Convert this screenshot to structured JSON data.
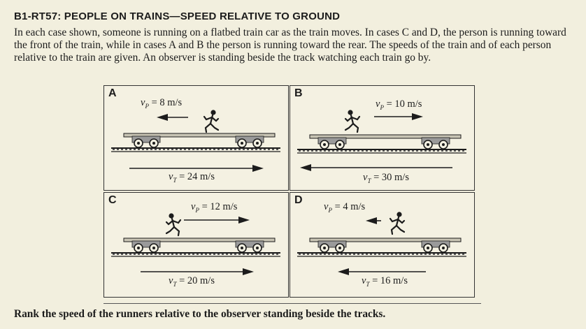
{
  "header": {
    "title": "B1-RT57: PEOPLE ON TRAINS—SPEED RELATIVE TO GROUND",
    "intro": "In each case shown, someone is running on a flatbed train car as the train moves. In cases C and D, the person is running toward the front of the train, while in cases A and B the person is running toward the rear. The speeds of the train and of each person relative to the train are given. An observer is standing beside the track watching each train go by."
  },
  "panels": {
    "A": {
      "label": "A",
      "vp_symbol": "v",
      "vp_sub": "P",
      "vp_text": " = 8 m/s",
      "vt_symbol": "v",
      "vt_sub": "T",
      "vt_text": " = 24 m/s",
      "person_direction": "left",
      "train_direction": "right"
    },
    "B": {
      "label": "B",
      "vp_symbol": "v",
      "vp_sub": "P",
      "vp_text": " = 10 m/s",
      "vt_symbol": "v",
      "vt_sub": "T",
      "vt_text": " = 30 m/s",
      "person_direction": "right",
      "train_direction": "left"
    },
    "C": {
      "label": "C",
      "vp_symbol": "v",
      "vp_sub": "P",
      "vp_text": " = 12 m/s",
      "vt_symbol": "v",
      "vt_sub": "T",
      "vt_text": " = 20 m/s",
      "person_direction": "right",
      "train_direction": "right"
    },
    "D": {
      "label": "D",
      "vp_symbol": "v",
      "vp_sub": "P",
      "vp_text": " = 4 m/s",
      "vt_symbol": "v",
      "vt_sub": "T",
      "vt_text": " = 16 m/s",
      "person_direction": "left",
      "train_direction": "left"
    }
  },
  "footer": {
    "question": "Rank the speed of the runners relative to the observer standing beside the tracks."
  },
  "colors": {
    "ink": "#1c1c1c",
    "paper": "#f2efde"
  },
  "icons": [
    "runner-icon",
    "train-car-icon",
    "arrow-right-icon",
    "arrow-left-icon"
  ]
}
